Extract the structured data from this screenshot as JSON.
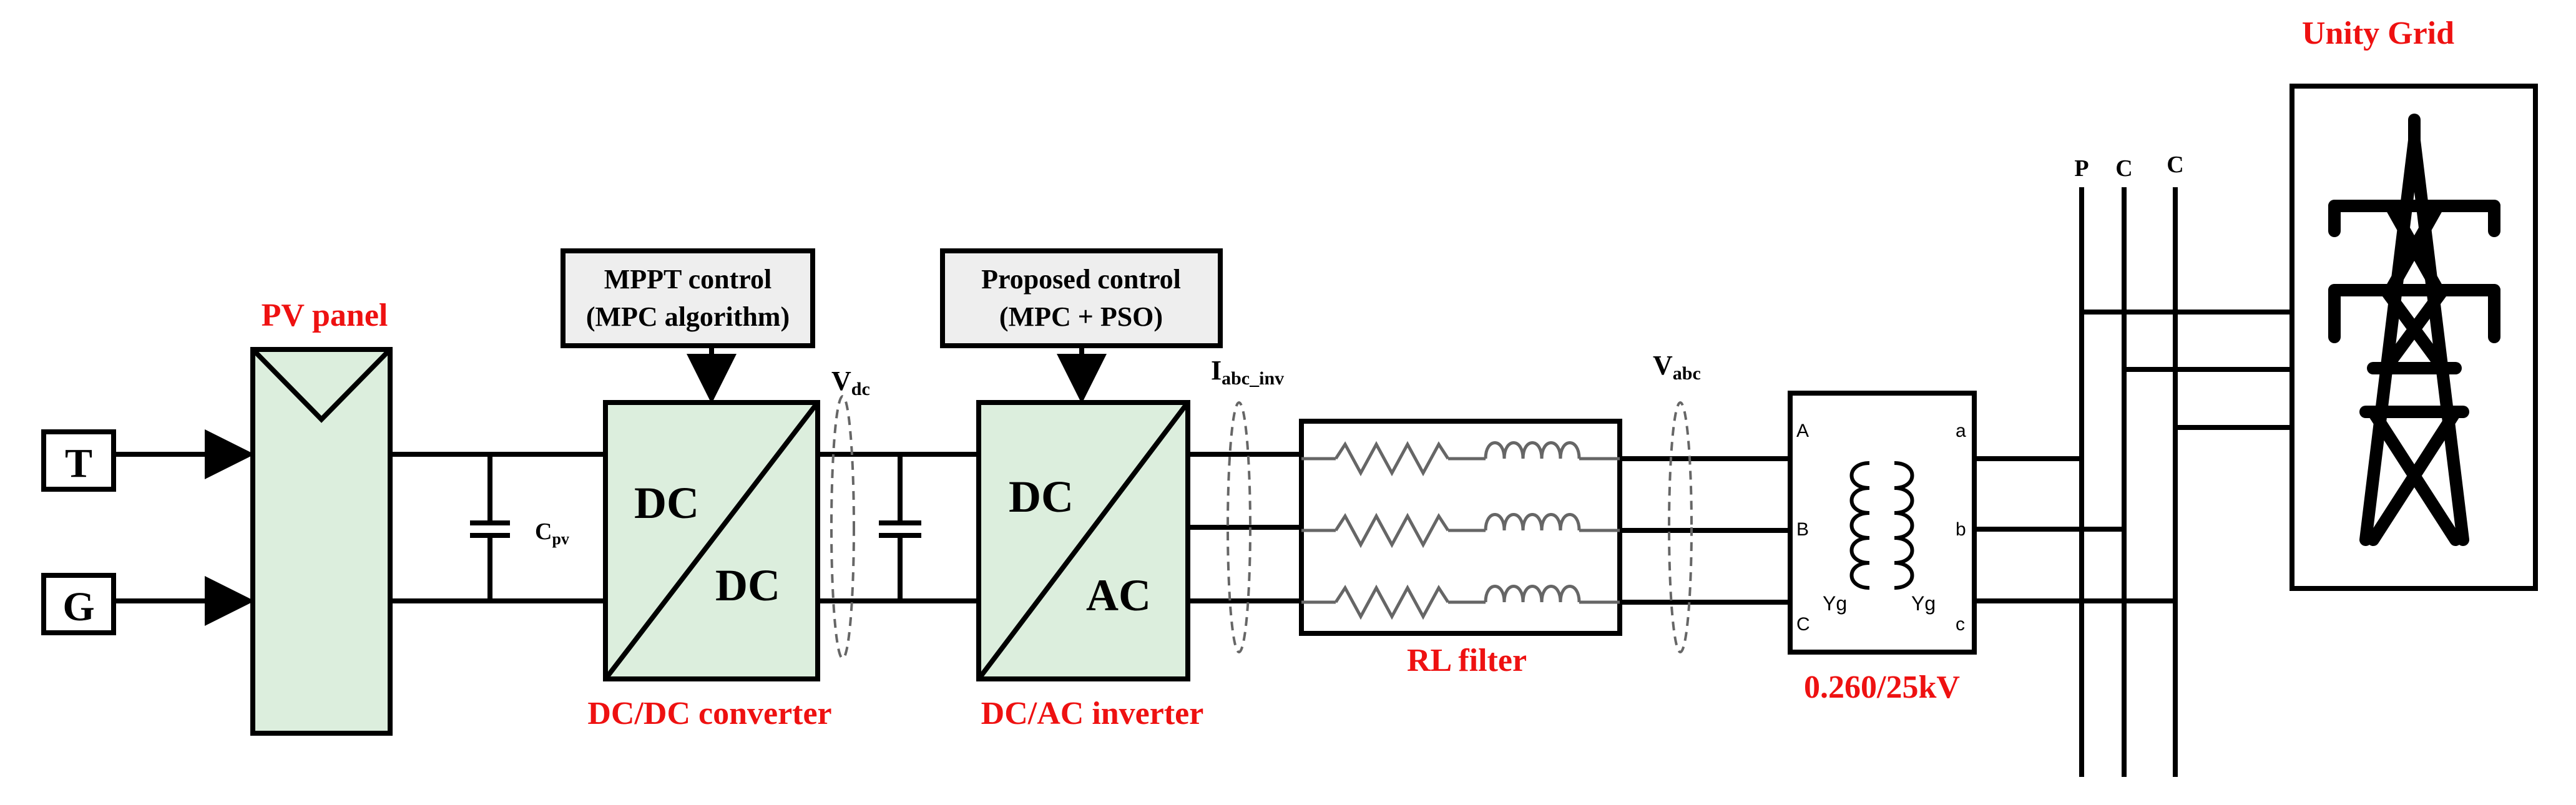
{
  "inputs": {
    "t_label": "T",
    "g_label": "G"
  },
  "pv": {
    "label": "PV panel",
    "cap_label": "C",
    "cap_sub": "pv"
  },
  "dcdc": {
    "top": "DC",
    "bottom": "DC",
    "caption": "DC/DC converter",
    "control_line1": "MPPT control",
    "control_line2": "(MPC algorithm)"
  },
  "vdc": {
    "label": "V",
    "sub": "dc"
  },
  "inverter": {
    "top": "DC",
    "bottom": "AC",
    "caption": "DC/AC inverter",
    "control_line1": "Proposed control",
    "control_line2": "(MPC + PSO)"
  },
  "iabc": {
    "label": "I",
    "sub": "abc_inv"
  },
  "filter": {
    "caption": "RL filter"
  },
  "vabc": {
    "label": "V",
    "sub": "abc"
  },
  "transformer": {
    "caption": "0.260/25kV",
    "left_phases": [
      "A",
      "B",
      "C"
    ],
    "right_phases": [
      "a",
      "b",
      "c"
    ],
    "yg_left": "Yg",
    "yg_right": "Yg"
  },
  "bus_labels": [
    "P",
    "C",
    "C"
  ],
  "grid": {
    "label": "Unity Grid"
  },
  "colors": {
    "caption": "#ee1111",
    "block_fill": "#dceedd",
    "control_fill": "#eeeeee"
  }
}
